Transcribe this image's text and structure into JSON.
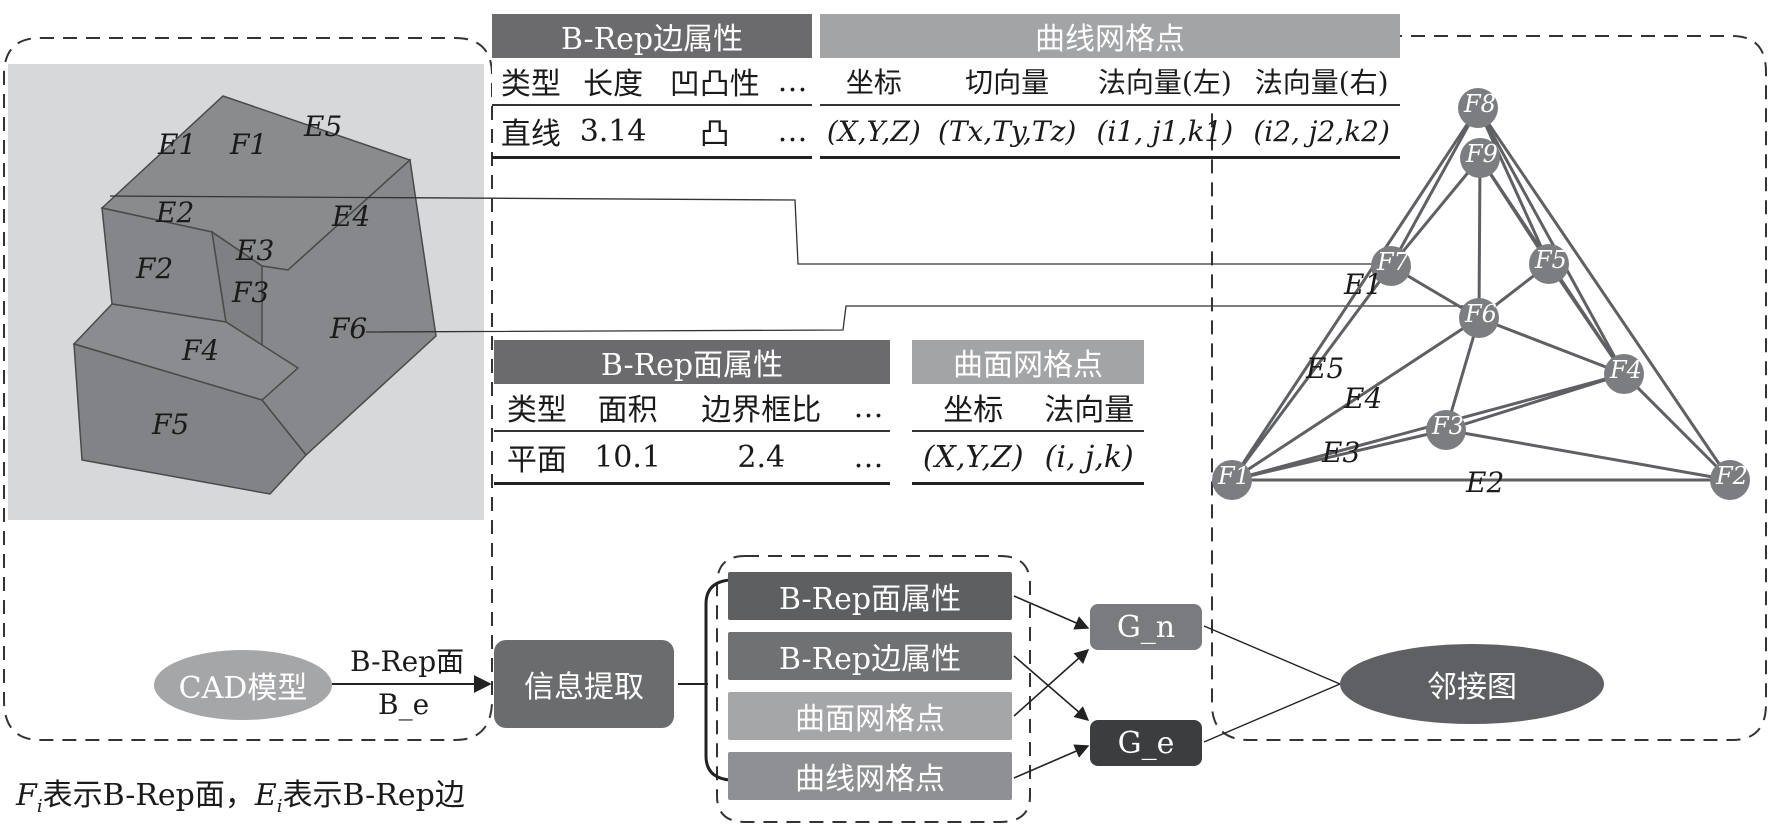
{
  "edge_table": {
    "header": "B-Rep边属性",
    "columns": [
      "类型",
      "长度",
      "凹凸性",
      "…"
    ],
    "values": [
      "直线",
      "3.14",
      "凸",
      "…"
    ]
  },
  "curve_grid_table": {
    "header": "曲线网格点",
    "columns": [
      "坐标",
      "切向量",
      "法向量(左)",
      "法向量(右)"
    ],
    "values": [
      "(X,Y,Z)",
      "(Tx,Ty,Tz)",
      "(i1, j1,k1)",
      "(i2, j2,k2)"
    ]
  },
  "face_table": {
    "header": "B-Rep面属性",
    "columns": [
      "类型",
      "面积",
      "边界框比",
      "…"
    ],
    "values": [
      "平面",
      "10.1",
      "2.4",
      "…"
    ]
  },
  "surface_grid_table": {
    "header": "曲面网格点",
    "columns": [
      "坐标",
      "法向量"
    ],
    "values": [
      "(X,Y,Z)",
      "(i, j,k)"
    ]
  },
  "model_labels": {
    "faces": [
      "F1",
      "F2",
      "F3",
      "F4",
      "F5",
      "F6"
    ],
    "edges": [
      "E1",
      "E2",
      "E3",
      "E4",
      "E5"
    ]
  },
  "pipeline": {
    "cad_model": "CAD模型",
    "arrow_top": "B-Rep面",
    "arrow_bottom": "B_e",
    "extract": "信息提取",
    "features": [
      "B-Rep面属性",
      "B-Rep边属性",
      "曲面网格点",
      "曲线网格点"
    ],
    "gn": "G_n",
    "ge": "G_e",
    "adjacency": "邻接图"
  },
  "graph": {
    "nodes": [
      "F8",
      "F9",
      "F7",
      "F5",
      "F6",
      "F4",
      "F3",
      "F1",
      "F2"
    ],
    "edge_labels": [
      "E1",
      "E5",
      "E4",
      "E3",
      "E2"
    ]
  },
  "caption": {
    "f_sym": "F",
    "f_sub": "i",
    "f_text": "表示B-Rep面，",
    "e_sym": "E",
    "e_sub": "i",
    "e_text": "表示B-Rep边"
  },
  "colors": {
    "dark_header": "#6b6b6d",
    "mid_header": "#a3a4a6",
    "node": "#7c7d80",
    "model_face": "#8a8b8d",
    "model_bg": "#d7d8da",
    "pill_dark": "#5e5f61",
    "pill_light": "#a5a6a8"
  }
}
